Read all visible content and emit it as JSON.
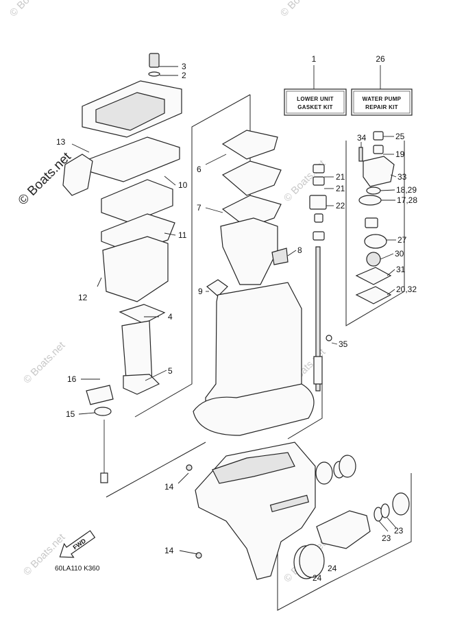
{
  "watermark": {
    "main": "© Boats.net",
    "small": "© Boats.net"
  },
  "kits": {
    "lower_unit": {
      "number": "1",
      "line1": "LOWER UNIT",
      "line2": "GASKET KIT"
    },
    "water_pump": {
      "number": "26",
      "line1": "WATER PUMP",
      "line2": "REPAIR KIT"
    }
  },
  "callouts": {
    "n2": "2",
    "n3": "3",
    "n4": "4",
    "n5": "5",
    "n6": "6",
    "n7": "7",
    "n8": "8",
    "n9": "9",
    "n10": "10",
    "n11": "11",
    "n12": "12",
    "n13": "13",
    "n14a": "14",
    "n14b": "14",
    "n15": "15",
    "n16": "16",
    "n17_28": "17,28",
    "n18_29": "18,29",
    "n19": "19",
    "n20_32": "20,32",
    "n21a": "21",
    "n21b": "21",
    "n22": "22",
    "n23a": "23",
    "n23b": "23",
    "n24a": "24",
    "n24b": "24",
    "n25": "25",
    "n27": "27",
    "n30": "30",
    "n31": "31",
    "n33": "33",
    "n34": "34",
    "n35": "35"
  },
  "fwd_label": "FWD",
  "drawing_code": "60LA110 K360",
  "colors": {
    "ink": "#222222",
    "watermark": "#c8c8c8",
    "background": "#ffffff"
  }
}
